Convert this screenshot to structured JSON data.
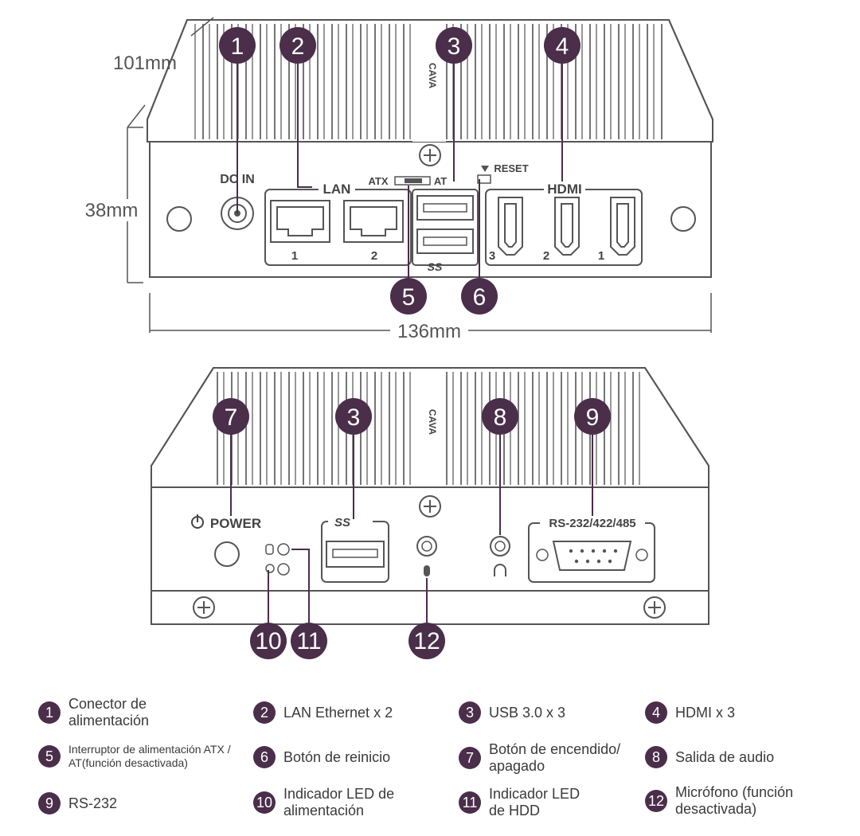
{
  "dimensions": {
    "depth": "101mm",
    "height": "38mm",
    "width": "136mm"
  },
  "front_panel": {
    "dc_in": "DC IN",
    "lan": "LAN",
    "lan_ports": [
      "1",
      "2"
    ],
    "atx": "ATX",
    "at": "AT",
    "reset": "RESET",
    "hdmi": "HDMI",
    "hdmi_ports": [
      "3",
      "2",
      "1"
    ],
    "ss_logo": "SS"
  },
  "rear_panel": {
    "power": "POWER",
    "ss_logo": "SS",
    "rs": "RS-232/422/485"
  },
  "callouts": [
    "1",
    "2",
    "3",
    "4",
    "5",
    "6",
    "7",
    "3",
    "8",
    "9",
    "10",
    "11",
    "12"
  ],
  "legend": [
    {
      "n": "1",
      "text": "Conector de alimentación"
    },
    {
      "n": "2",
      "text": "LAN Ethernet x 2"
    },
    {
      "n": "3",
      "text": "USB 3.0 x 3"
    },
    {
      "n": "4",
      "text": "HDMI x 3"
    },
    {
      "n": "5",
      "text": "Interruptor de alimentación ATX / AT(función desactivada)"
    },
    {
      "n": "6",
      "text": "Botón de reinicio"
    },
    {
      "n": "7",
      "text": "Botón de encendido/ apagado"
    },
    {
      "n": "8",
      "text": "Salida de audio"
    },
    {
      "n": "9",
      "text": "RS-232"
    },
    {
      "n": "10",
      "text": "Indicador LED de alimentación"
    },
    {
      "n": "11",
      "text": "Indicador LED de HDD"
    },
    {
      "n": "12",
      "text": "Micrófono (función desactivada)"
    }
  ],
  "colors": {
    "badge": "#4a2e4a",
    "outline": "#555555"
  }
}
